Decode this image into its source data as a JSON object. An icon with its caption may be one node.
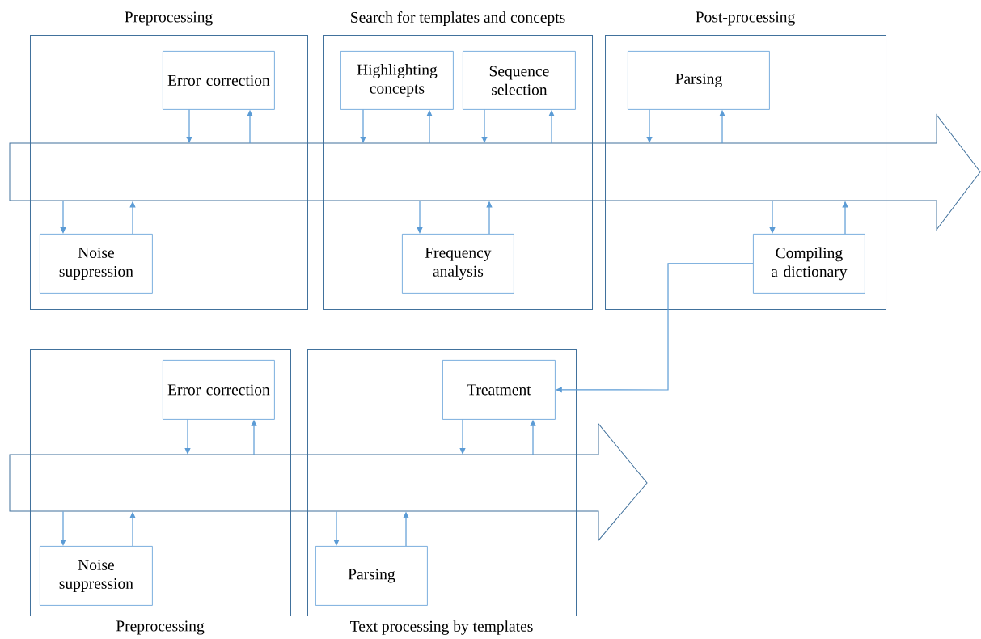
{
  "diagram": {
    "nodes": [
      {
        "text": [
          "Preprocessing"
        ]
      },
      {
        "text": [
          "Error correction"
        ],
        "in": 0
      },
      {
        "text": [
          "Noise suppression"
        ],
        "in": 0
      },
      {
        "text": [
          "Search for templates and concepts"
        ]
      },
      {
        "text": [
          "Highlighting concepts"
        ],
        "in": 3
      },
      {
        "text": [
          "Sequence selection"
        ],
        "in": 3
      },
      {
        "text": [
          "Frequency analysis"
        ],
        "in": 3
      },
      {
        "text": [
          "Post-processing"
        ]
      },
      {
        "text": [
          "Parsing"
        ],
        "in": 7
      },
      {
        "text": [
          "Compiling a dictionary"
        ],
        "in": 7
      },
      {
        "text": [],
        "shape": "arrow"
      },
      {
        "text": [
          "Preprocessing"
        ]
      },
      {
        "text": [
          "Error correction"
        ],
        "in": 11
      },
      {
        "text": [
          "Noise suppression"
        ],
        "in": 11
      },
      {
        "text": [
          "Text processing by templates"
        ]
      },
      {
        "text": [
          "Treatment"
        ],
        "in": 14
      },
      {
        "text": [
          "Parsing"
        ],
        "in": 14
      },
      {
        "text": [],
        "shape": "arrow"
      }
    ],
    "edges": [
      {
        "from": 1,
        "to": 10,
        "arrow": "to"
      },
      {
        "from": 10,
        "to": 1,
        "arrow": "to"
      },
      {
        "from": 10,
        "to": 2,
        "arrow": "to"
      },
      {
        "from": 2,
        "to": 10,
        "arrow": "to"
      },
      {
        "from": 4,
        "to": 10,
        "arrow": "to"
      },
      {
        "from": 10,
        "to": 4,
        "arrow": "to"
      },
      {
        "from": 5,
        "to": 10,
        "arrow": "to"
      },
      {
        "from": 10,
        "to": 5,
        "arrow": "to"
      },
      {
        "from": 10,
        "to": 6,
        "arrow": "to"
      },
      {
        "from": 6,
        "to": 10,
        "arrow": "to"
      },
      {
        "from": 8,
        "to": 10,
        "arrow": "to"
      },
      {
        "from": 10,
        "to": 8,
        "arrow": "to"
      },
      {
        "from": 10,
        "to": 9,
        "arrow": "to"
      },
      {
        "from": 9,
        "to": 10,
        "arrow": "to"
      },
      {
        "from": 9,
        "to": 15,
        "arrow": "to"
      },
      {
        "from": 12,
        "to": 17,
        "arrow": "to"
      },
      {
        "from": 17,
        "to": 12,
        "arrow": "to"
      },
      {
        "from": 17,
        "to": 13,
        "arrow": "to"
      },
      {
        "from": 13,
        "to": 17,
        "arrow": "to"
      },
      {
        "from": 15,
        "to": 17,
        "arrow": "to"
      },
      {
        "from": 17,
        "to": 15,
        "arrow": "to"
      },
      {
        "from": 17,
        "to": 16,
        "arrow": "to"
      },
      {
        "from": 16,
        "to": 17,
        "arrow": "to"
      }
    ]
  }
}
